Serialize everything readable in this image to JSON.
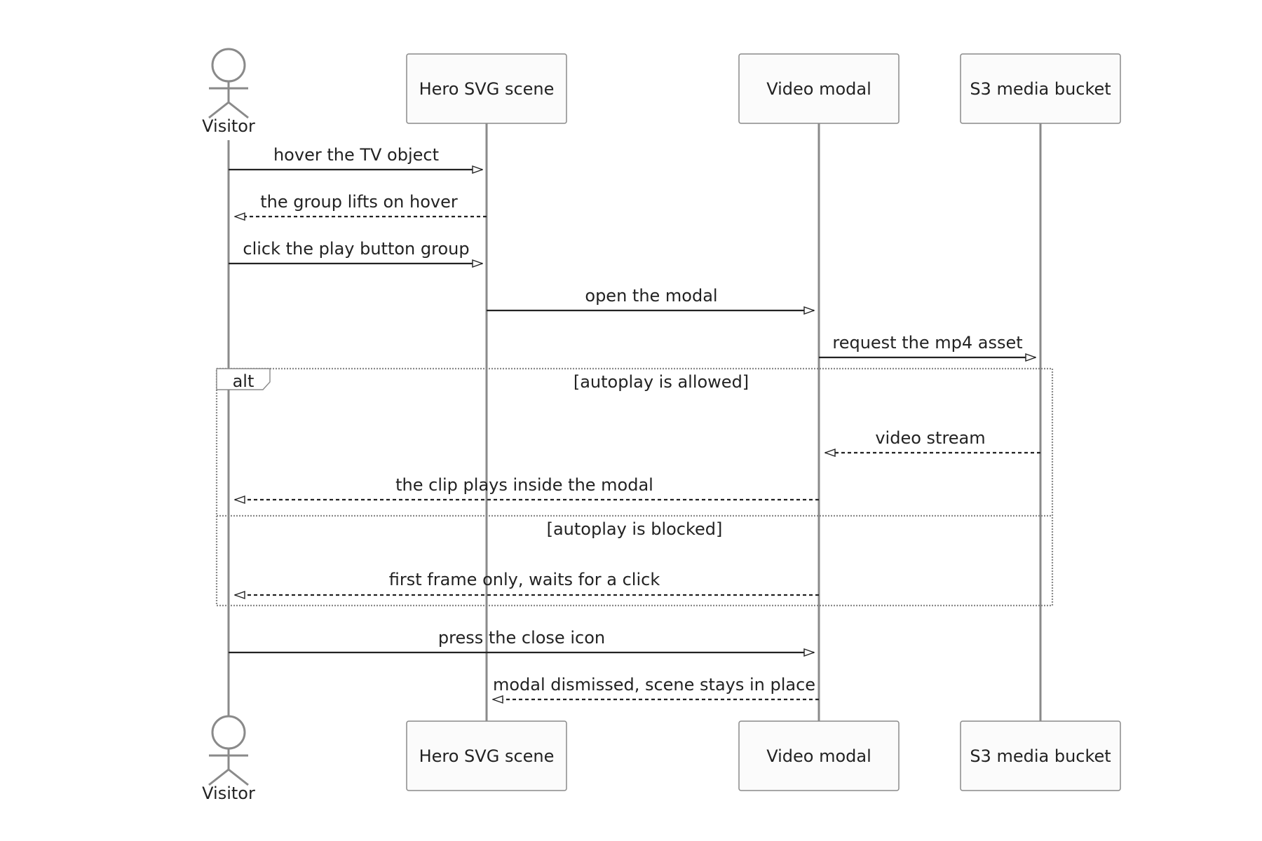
{
  "participants": [
    {
      "id": "visitor",
      "label": "Visitor",
      "kind": "actor"
    },
    {
      "id": "hero",
      "label": "Hero SVG scene",
      "kind": "box"
    },
    {
      "id": "modal",
      "label": "Video modal",
      "kind": "box"
    },
    {
      "id": "s3",
      "label": "S3 media bucket",
      "kind": "box"
    }
  ],
  "messages": [
    {
      "from": "visitor",
      "to": "hero",
      "label": "hover the TV object",
      "style": "solid"
    },
    {
      "from": "hero",
      "to": "visitor",
      "label": "the group lifts on hover",
      "style": "dashed"
    },
    {
      "from": "visitor",
      "to": "hero",
      "label": "click the play button group",
      "style": "solid"
    },
    {
      "from": "hero",
      "to": "modal",
      "label": "open the modal",
      "style": "solid"
    },
    {
      "from": "modal",
      "to": "s3",
      "label": "request the mp4 asset",
      "style": "solid"
    },
    {
      "from": "s3",
      "to": "modal",
      "label": "video stream",
      "style": "dashed"
    },
    {
      "from": "modal",
      "to": "visitor",
      "label": "the clip plays inside the modal",
      "style": "dashed"
    },
    {
      "from": "modal",
      "to": "visitor",
      "label": "first frame only, waits for a click",
      "style": "dashed"
    },
    {
      "from": "visitor",
      "to": "modal",
      "label": "press the close icon",
      "style": "solid"
    },
    {
      "from": "modal",
      "to": "hero",
      "label": "modal dismissed, scene stays in place",
      "style": "dashed"
    }
  ],
  "fragment": {
    "keyword": "alt",
    "conditions": [
      "[autoplay is allowed]",
      "[autoplay is blocked]"
    ]
  }
}
